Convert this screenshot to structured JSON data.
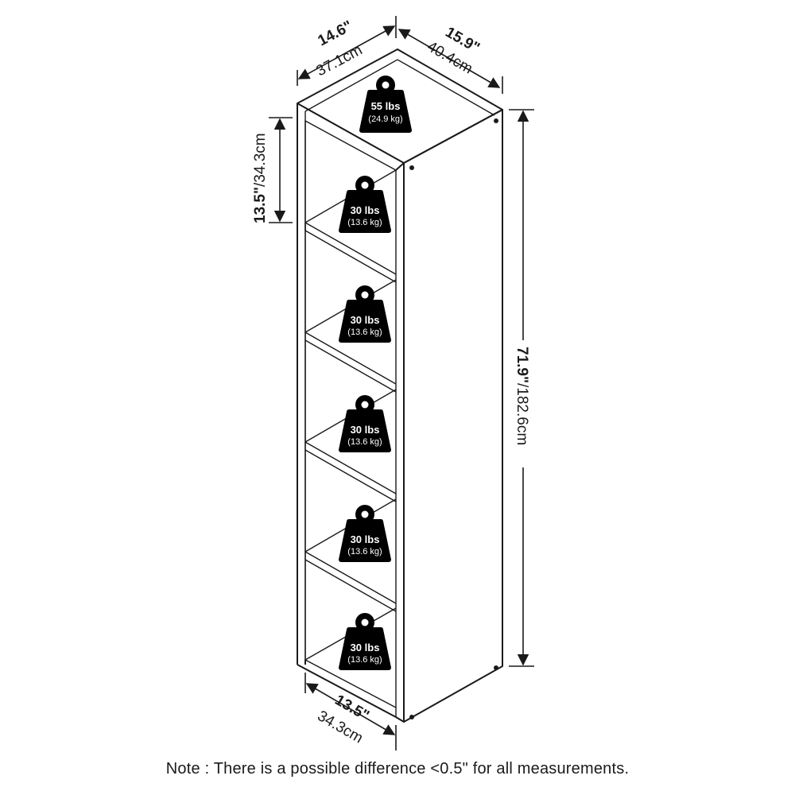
{
  "dimensions": {
    "top_width": {
      "imperial": "14.6\"",
      "metric": "37.1cm"
    },
    "top_depth": {
      "imperial": "15.9\"",
      "metric": "40.4cm"
    },
    "cube_height": {
      "imperial": "13.5\"",
      "metric": "/34.3cm"
    },
    "total_height": {
      "imperial": "71.9\"",
      "metric": "/182.6cm"
    },
    "bottom_width": {
      "imperial": "13.5\"",
      "metric": "34.3cm"
    }
  },
  "weights": [
    {
      "name": "top",
      "lbs": "55 lbs",
      "kg": "(24.9 kg)"
    },
    {
      "name": "shelf-1",
      "lbs": "30 lbs",
      "kg": "(13.6 kg)"
    },
    {
      "name": "shelf-2",
      "lbs": "30 lbs",
      "kg": "(13.6 kg)"
    },
    {
      "name": "shelf-3",
      "lbs": "30 lbs",
      "kg": "(13.6 kg)"
    },
    {
      "name": "shelf-4",
      "lbs": "30 lbs",
      "kg": "(13.6 kg)"
    },
    {
      "name": "shelf-5",
      "lbs": "30 lbs",
      "kg": "(13.6 kg)"
    }
  ],
  "note": "Note : There is a possible difference <0.5\" for all measurements."
}
